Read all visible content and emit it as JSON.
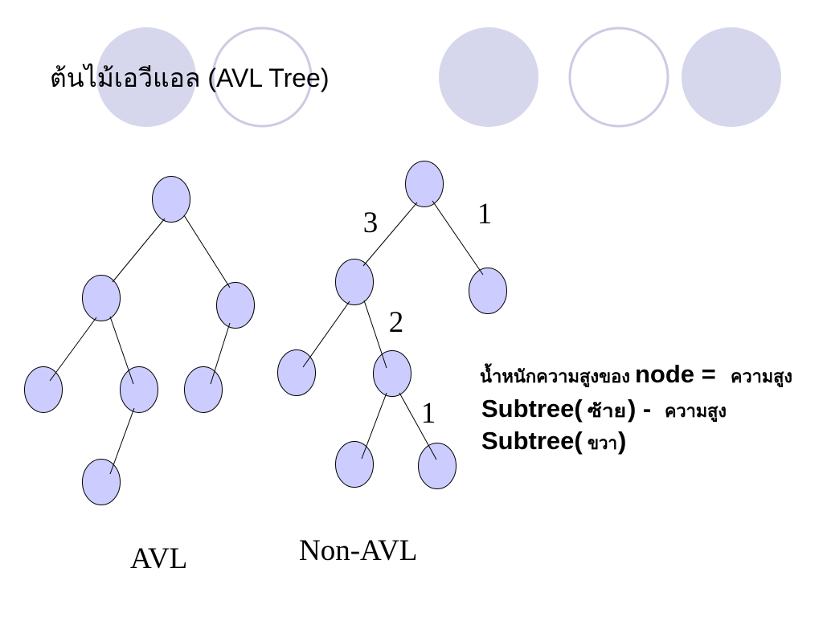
{
  "slide": {
    "title": "ต้นไม้เอวีแอล (AVL Tree)"
  },
  "avl_tree": {
    "caption": "AVL"
  },
  "non_avl_tree": {
    "caption": "Non-AVL",
    "edge_labels": {
      "root_left": "3",
      "root_right": "1",
      "left_right": "2",
      "left_right_right": "1"
    }
  },
  "balance_note": {
    "line1": {
      "thai_a": "น้ำหนักความสูงของ",
      "latin": "node =",
      "thai_b": "ความสูง"
    },
    "line2": {
      "latin_a": "Subtree(",
      "thai_a": "ซ้าย",
      "latin_b": ") -",
      "thai_b": "ความสูง"
    },
    "line3": {
      "latin_a": "Subtree(",
      "thai_a": "ขวา",
      "latin_b": ")"
    }
  },
  "colors": {
    "node_fill": "#ccccff",
    "node_stroke": "#000000",
    "decor_fill": "#d6d6ec",
    "decor_ring": "#cbcbe4"
  }
}
